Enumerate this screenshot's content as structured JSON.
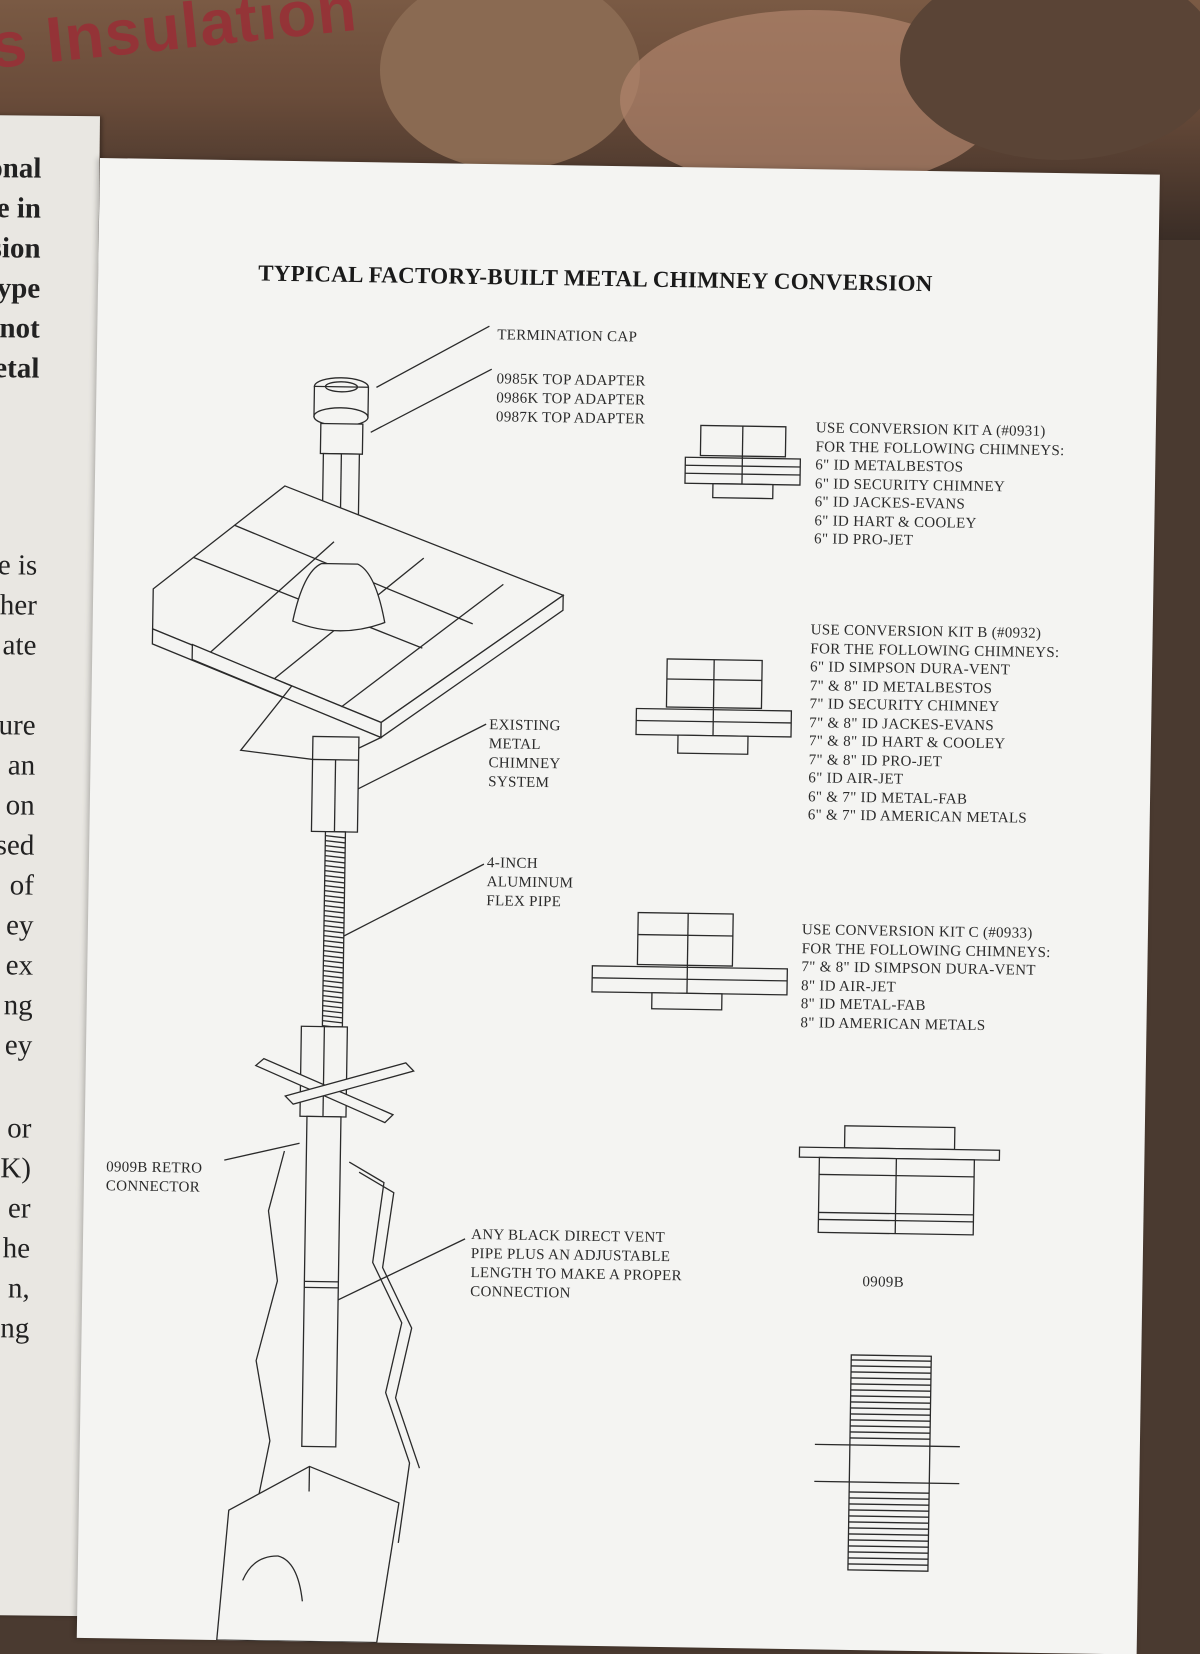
{
  "background": {
    "label_fragment": "s Insulation",
    "colors": {
      "cardboard": "#7a5a44",
      "label_red": "#9a2e36"
    }
  },
  "left_page": {
    "fragments": [
      "onal",
      "pe in",
      "sion",
      "ype",
      "not",
      "etal",
      "e is",
      "her",
      "ate",
      "ure",
      "an",
      "on",
      "sed",
      "of",
      "ey",
      "ex",
      "ng",
      "ey",
      "or",
      "K)",
      "er",
      "he",
      "n,",
      "ng"
    ]
  },
  "document": {
    "title": "TYPICAL FACTORY-BUILT METAL CHIMNEY CONVERSION",
    "labels": {
      "termination_cap": "TERMINATION CAP",
      "top_adapters": [
        "0985K  TOP  ADAPTER",
        "0986K  TOP  ADAPTER",
        "0987K  TOP  ADAPTER"
      ],
      "existing_chimney": [
        "EXISTING",
        "METAL",
        "CHIMNEY",
        "SYSTEM"
      ],
      "flex_pipe": [
        "4-INCH",
        "ALUMINUM",
        "FLEX PIPE"
      ],
      "retro_connector": [
        "0909B RETRO",
        "CONNECTOR"
      ],
      "direct_vent": [
        "ANY BLACK DIRECT VENT",
        "PIPE PLUS AN ADJUSTABLE",
        "LENGTH TO MAKE A PROPER",
        "CONNECTION"
      ],
      "part_0909b": "0909B"
    },
    "kits": [
      {
        "heading": [
          "USE CONVERSION KIT A  (#0931)",
          "FOR THE FOLLOWING CHIMNEYS:"
        ],
        "items": [
          "6\" ID METALBESTOS",
          "6\" ID SECURITY CHIMNEY",
          "6\" ID JACKES-EVANS",
          "6\" ID HART & COOLEY",
          "6\" ID PRO-JET"
        ]
      },
      {
        "heading": [
          "USE CONVERSION KIT B  (#0932)",
          "FOR THE FOLLOWING CHIMNEYS:"
        ],
        "items": [
          "6\" ID SIMPSON DURA-VENT",
          "7\"  & 8\" ID METALBESTOS",
          "7\" ID SECURITY CHIMNEY",
          "7\" & 8\" ID JACKES-EVANS",
          "7\" & 8\" ID HART & COOLEY",
          "7\" & 8\" ID PRO-JET",
          "6\" ID AIR-JET",
          "6\" & 7\" ID METAL-FAB",
          "6\" & 7\" ID AMERICAN METALS"
        ]
      },
      {
        "heading": [
          "USE CONVERSION KIT C  (#0933)",
          "FOR THE FOLLOWING CHIMNEYS:"
        ],
        "items": [
          "7\" & 8\" ID SIMPSON DURA-VENT",
          "8\" ID AIR-JET",
          "8\" ID METAL-FAB",
          "8\" ID AMERICAN METALS"
        ]
      }
    ]
  }
}
